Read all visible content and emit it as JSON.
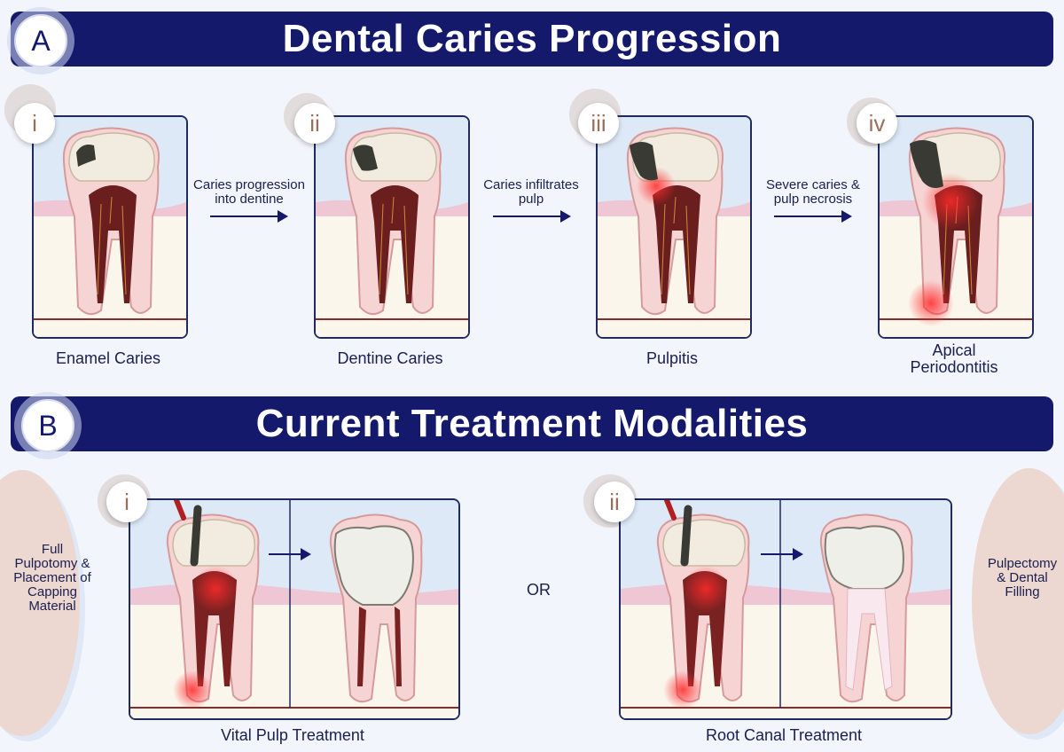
{
  "section_a": {
    "letter": "A",
    "title": "Dental Caries Progression",
    "stages": [
      {
        "numeral": "i",
        "label": "Enamel Caries"
      },
      {
        "numeral": "ii",
        "label": "Dentine Caries"
      },
      {
        "numeral": "iii",
        "label": "Pulpitis"
      },
      {
        "numeral": "iv",
        "label_line1": "Apical",
        "label_line2": "Periodontitis"
      }
    ],
    "transitions": [
      {
        "line1": "Caries progression",
        "line2": "into dentine"
      },
      {
        "line1": "Caries infiltrates",
        "line2": "pulp"
      },
      {
        "line1": "Severe caries &",
        "line2": "pulp necrosis"
      }
    ]
  },
  "section_b": {
    "letter": "B",
    "title": "Current Treatment Modalities",
    "or_text": "OR",
    "treatments": [
      {
        "numeral": "i",
        "label": "Vital Pulp Treatment",
        "side_lines": [
          "Full",
          "Pulpotomy &",
          "Placement of",
          "Capping",
          "Material"
        ]
      },
      {
        "numeral": "ii",
        "label": "Root Canal Treatment",
        "side_lines": [
          "Pulpectomy",
          "& Dental",
          "Filling"
        ]
      }
    ]
  },
  "colors": {
    "banner": "#14196b",
    "background": "#f2f5fb",
    "panel_sky": "#dde9f7",
    "bone": "#fbf6ec",
    "gum": "#efc6d4",
    "pulp": "#6b1e1e",
    "inflammation": "#e02020",
    "badge_text": "#9a6f5a"
  }
}
